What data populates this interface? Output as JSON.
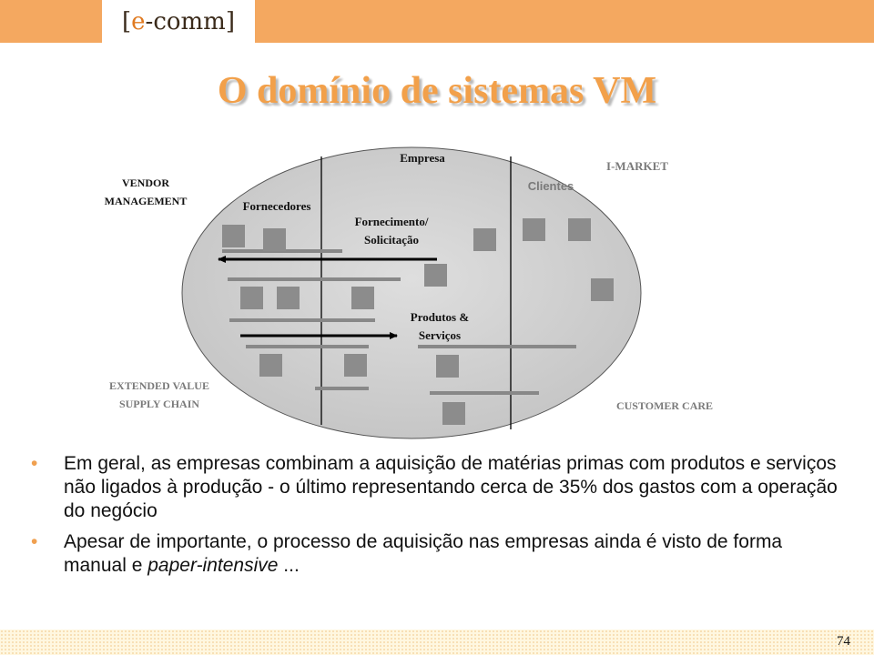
{
  "header": {
    "brand_open": "[",
    "brand_e": "e",
    "brand_rest": "-comm",
    "brand_close": "]"
  },
  "title": "O domínio de sistemas VM",
  "diagram": {
    "empresa": "Empresa",
    "clientes": "Clientes",
    "fornecedores": "Fornecedores",
    "i_market": "I-MARKET",
    "vendor_management_1": "VENDOR",
    "vendor_management_2": "MANAGEMENT",
    "fornecimento_1": "Fornecimento/",
    "fornecimento_2": "Solicitação",
    "produtos_1": "Produtos &",
    "produtos_2": "Serviços",
    "extended_1": "EXTENDED VALUE",
    "extended_2": "SUPPLY CHAIN",
    "customer_care": "CUSTOMER CARE"
  },
  "bullets": [
    {
      "text": "Em geral, as empresas combinam a aquisição de matérias primas com produtos e serviços não ligados à produção - o último representando cerca de 35% dos gastos  com a operação do negócio"
    },
    {
      "text_start": "Apesar de importante, o processo de aquisição nas empresas ainda é visto de forma manual e ",
      "text_italic": "paper-intensive",
      "text_end": " ..."
    }
  ],
  "bullet_symbol": "•",
  "page_number": "74",
  "colors": {
    "accent": "#f4a860",
    "title": "#f2a04a",
    "ellipse_fill": "#cfcfcf",
    "block": "#8c8c8c"
  }
}
